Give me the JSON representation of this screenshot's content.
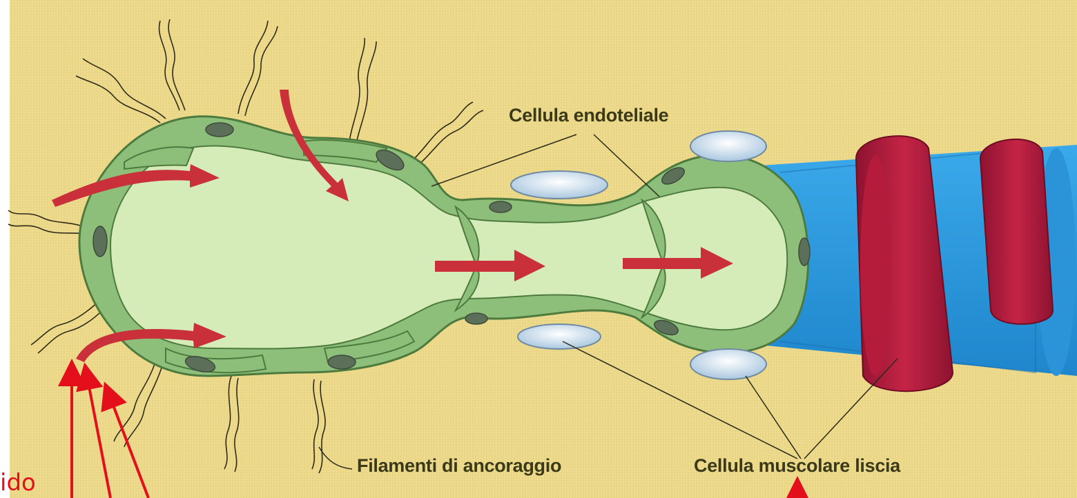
{
  "labels": {
    "endothelial_cell": "Cellula endoteliale",
    "anchoring_filaments": "Filamenti di ancoraggio",
    "smooth_muscle_cell": "Cellula muscolare liscia",
    "left_partial": "ido"
  },
  "colors": {
    "background": "#ecd98a",
    "lumen": "#d6ecb8",
    "endothelium": "#8dbf7a",
    "nucleus": "#5c6f58",
    "flow_arrow": "#c9303a",
    "valve": "#dce9f2",
    "muscle_red": "#b51c3c",
    "vessel_blue": "#2d9be0",
    "annotation_red": "#e3101c"
  },
  "icons": [
    "flow-arrow",
    "annotation-arrow"
  ]
}
